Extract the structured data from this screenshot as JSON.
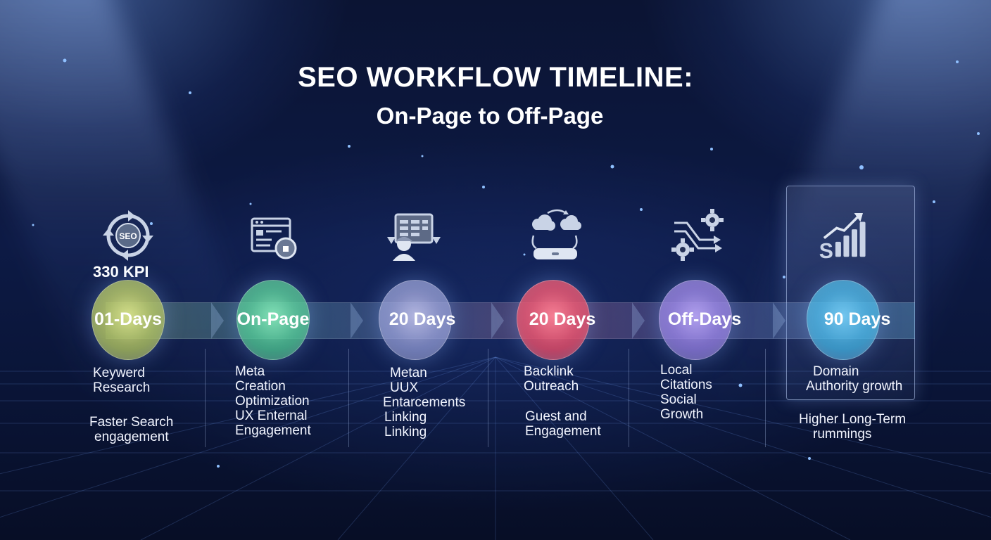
{
  "title": "SEO WORKFLOW TIMELINE:",
  "subtitle": "On-Page to Off-Page",
  "kpi": "330 KPI",
  "stages": [
    {
      "label": "01-Days",
      "icon": "seo-cycle-icon",
      "color": "#b7c47a",
      "desc_top": [
        "Keywerd",
        "Research"
      ],
      "desc_bottom": [
        "Faster Search",
        "engagement"
      ]
    },
    {
      "label": "On-Page",
      "icon": "webpage-settings-icon",
      "color": "#5fd1a8",
      "desc_top": [
        "Meta",
        "Creation",
        "Optimization",
        "UX Enternal",
        "Engagement"
      ],
      "desc_bottom": []
    },
    {
      "label": "20 Days",
      "icon": "analyst-screen-icon",
      "color": "#9aa6dc",
      "desc_top": [
        "Metan",
        "UUX",
        "Entarcements",
        "Linking",
        "Linking"
      ],
      "desc_bottom": []
    },
    {
      "label": "20 Days",
      "icon": "cloud-network-icon",
      "color": "#e2566e",
      "desc_top": [
        "Backlink",
        "Outreach"
      ],
      "desc_bottom": [
        "Guest and",
        "Engagement"
      ]
    },
    {
      "label": "Off-Days",
      "icon": "gears-arrows-icon",
      "color": "#9d8ee6",
      "desc_top": [
        "Local",
        "Citations",
        "Social",
        "Growth"
      ],
      "desc_bottom": []
    },
    {
      "label": "90 Days",
      "icon": "growth-chart-icon",
      "color": "#4fb6e3",
      "desc_top": [
        "Domain",
        "Authority growth"
      ],
      "desc_bottom": [
        "Higher Long-Term",
        "rummings"
      ]
    }
  ]
}
